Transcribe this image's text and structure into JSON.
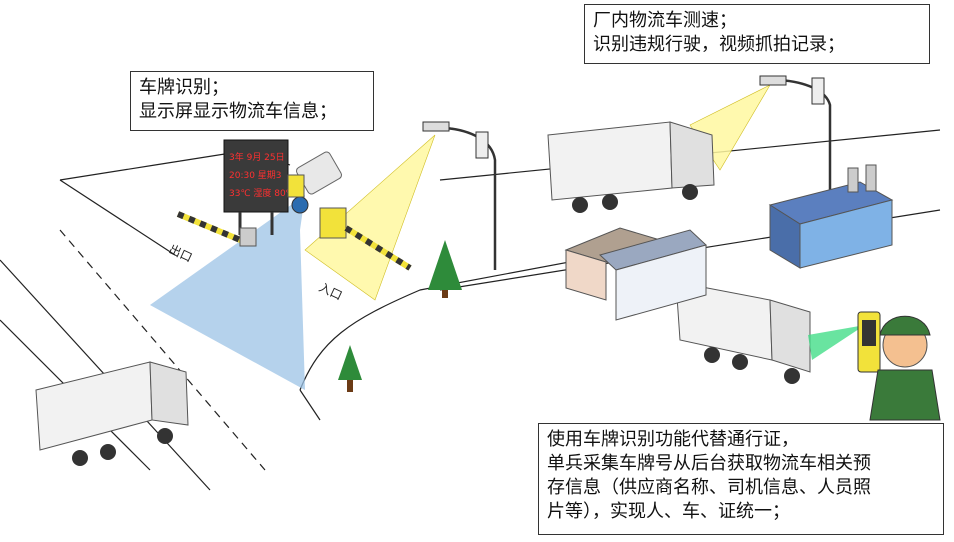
{
  "callouts": {
    "gate": {
      "lines": [
        "车牌识别；",
        "显示屏显示物流车信息；"
      ]
    },
    "speed": {
      "lines": [
        "厂内物流车测速；",
        "识别违规行驶，视频抓拍记录；"
      ]
    },
    "handheld": {
      "lines": [
        "使用车牌识别功能代替通行证，",
        "单兵采集车牌号从后台获取物流车相关预",
        "存信息（供应商名称、司机信息、人员照",
        "片等），实现人、车、证统一；"
      ]
    }
  },
  "road_labels": {
    "exit": "出口",
    "entrance": "入口"
  },
  "display_board": {
    "row1": "3年 9月 25日",
    "row2": "20:30 星期3",
    "row3": "33℃ 湿度 80%"
  },
  "colors": {
    "camera_beam": "#fff8a0",
    "gate_beam": "#9cc3e6",
    "handheld_beam": "#44dd88",
    "display_bg": "#3a3a3a",
    "display_text": "#ff3030",
    "barrier": "#f2e23a",
    "tree": "#2e8b3a"
  },
  "icons": [
    "truck-icon",
    "camera-icon",
    "tree-icon",
    "factory-icon",
    "warehouse-icon",
    "guard-icon",
    "pole-camera-icon"
  ]
}
